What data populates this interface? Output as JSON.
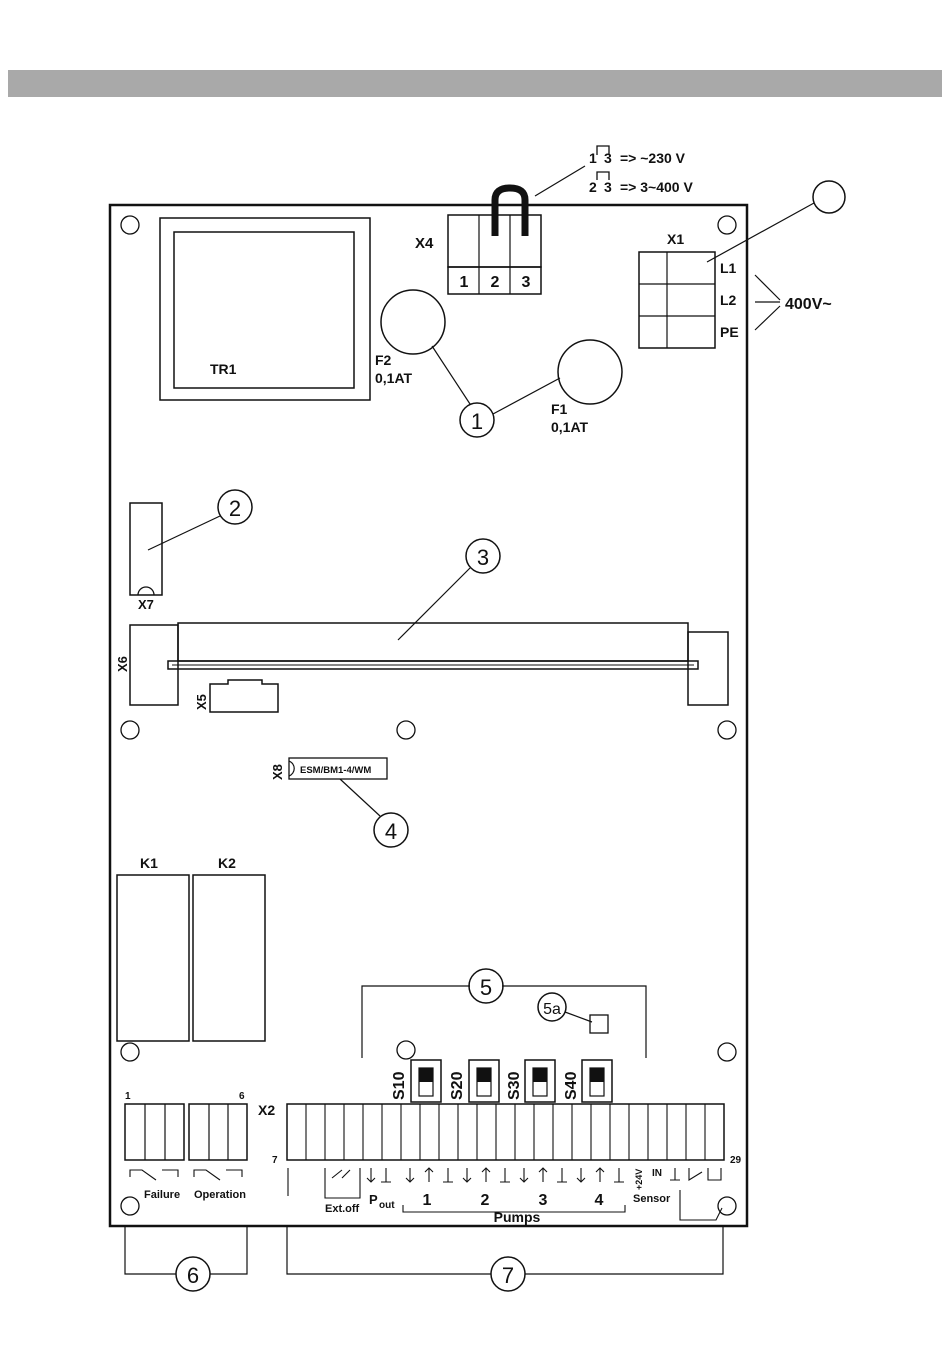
{
  "jumper": {
    "line1_a": "1",
    "line1_b": "3",
    "line1_text": "=>   ~230 V",
    "line2_a": "2",
    "line2_b": "3",
    "line2_text": "=> 3~400 V"
  },
  "x4": {
    "label": "X4",
    "pins": [
      "1",
      "2",
      "3"
    ]
  },
  "x1": {
    "label": "X1",
    "terminals": [
      "L1",
      "L2",
      "PE"
    ],
    "supply": "400V~"
  },
  "tr1": "TR1",
  "fuses": [
    {
      "name": "F2",
      "rating": "0,1AT"
    },
    {
      "name": "F1",
      "rating": "0,1AT"
    }
  ],
  "connectors": {
    "x7": "X7",
    "x6": "X6",
    "x5": "X5",
    "x8": "X8",
    "x2": "X2"
  },
  "x8_module": "ESM/BM1-4/WM",
  "relays": [
    "K1",
    "K2"
  ],
  "callouts": [
    "1",
    "2",
    "3",
    "4",
    "5",
    "5a",
    "6",
    "7"
  ],
  "switches": [
    "S10",
    "S20",
    "S30",
    "S40"
  ],
  "relay_terminals": {
    "first": "1",
    "last": "6",
    "failure": "Failure",
    "operation": "Operation"
  },
  "x2_terminals": {
    "first": "7",
    "last": "29",
    "ext_off": "Ext.off",
    "p_out_main": "P",
    "p_out_sub": "out",
    "pump_numbers": [
      "1",
      "2",
      "3",
      "4"
    ],
    "pumps": "Pumps",
    "plus24v": "+24V",
    "in": "IN",
    "sensor": "Sensor"
  }
}
